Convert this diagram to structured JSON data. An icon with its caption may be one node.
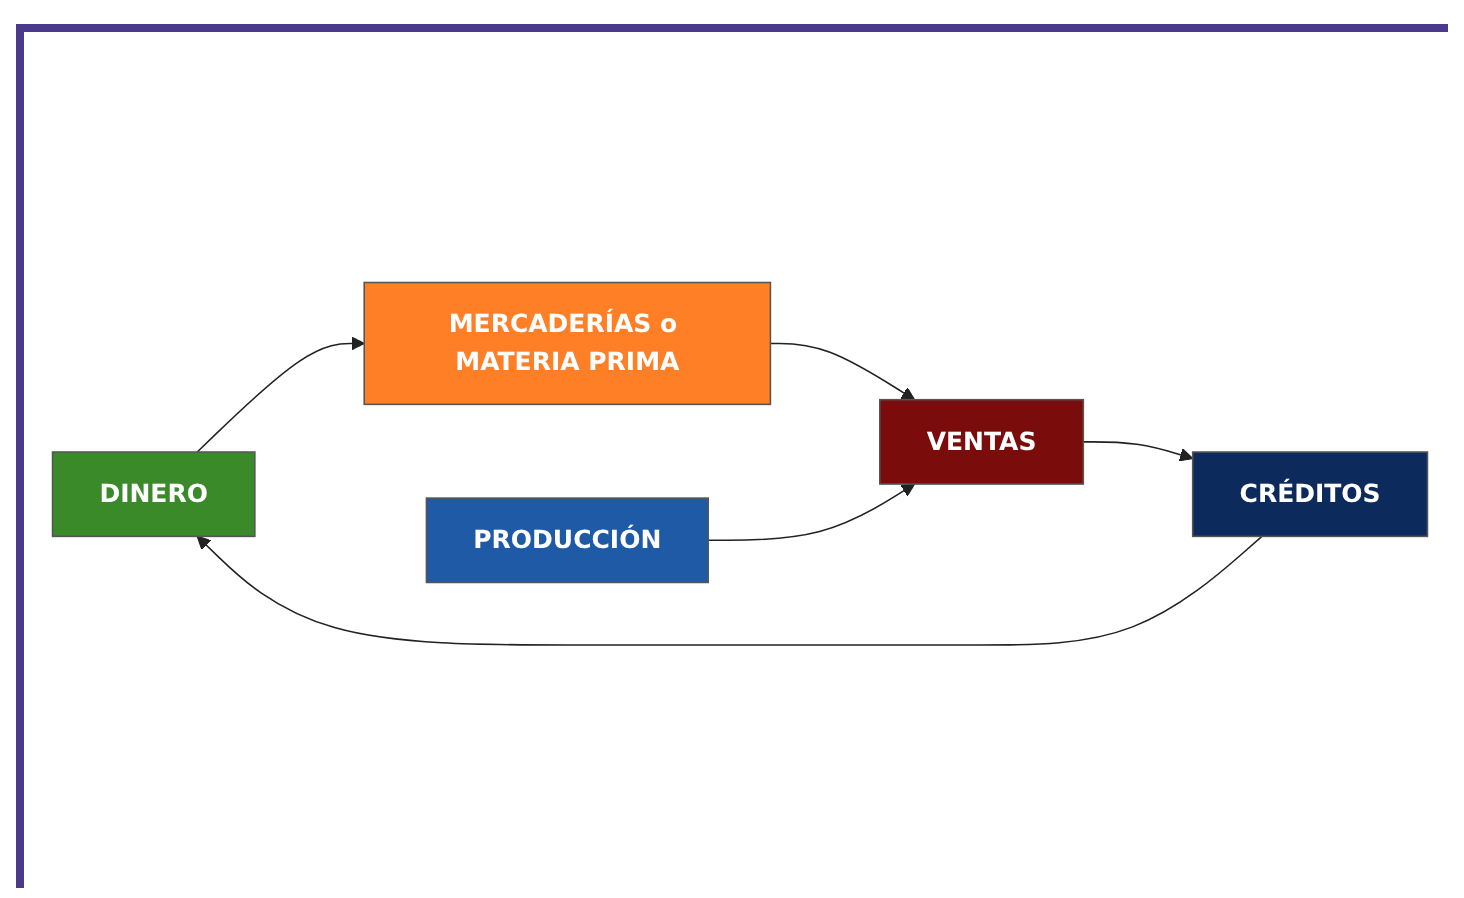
{
  "diagram": {
    "nodes": [
      {
        "text": [
          "DINERO"
        ]
      },
      {
        "text": [
          "CRÉDITOS"
        ]
      },
      {
        "text": [
          "MERCADERÍAS o MATERIA PRIMA"
        ]
      },
      {
        "text": [
          "VENTAS"
        ]
      },
      {
        "text": [
          "PRODUCCIÓN"
        ]
      }
    ],
    "edges": [
      {
        "from": 1,
        "to": 0,
        "arrow": "to"
      },
      {
        "from": 0,
        "to": 2,
        "arrow": "to"
      },
      {
        "from": 2,
        "to": 3,
        "arrow": "to"
      },
      {
        "from": 4,
        "to": 3,
        "arrow": "to"
      },
      {
        "from": 3,
        "to": 1,
        "arrow": "to"
      }
    ]
  }
}
